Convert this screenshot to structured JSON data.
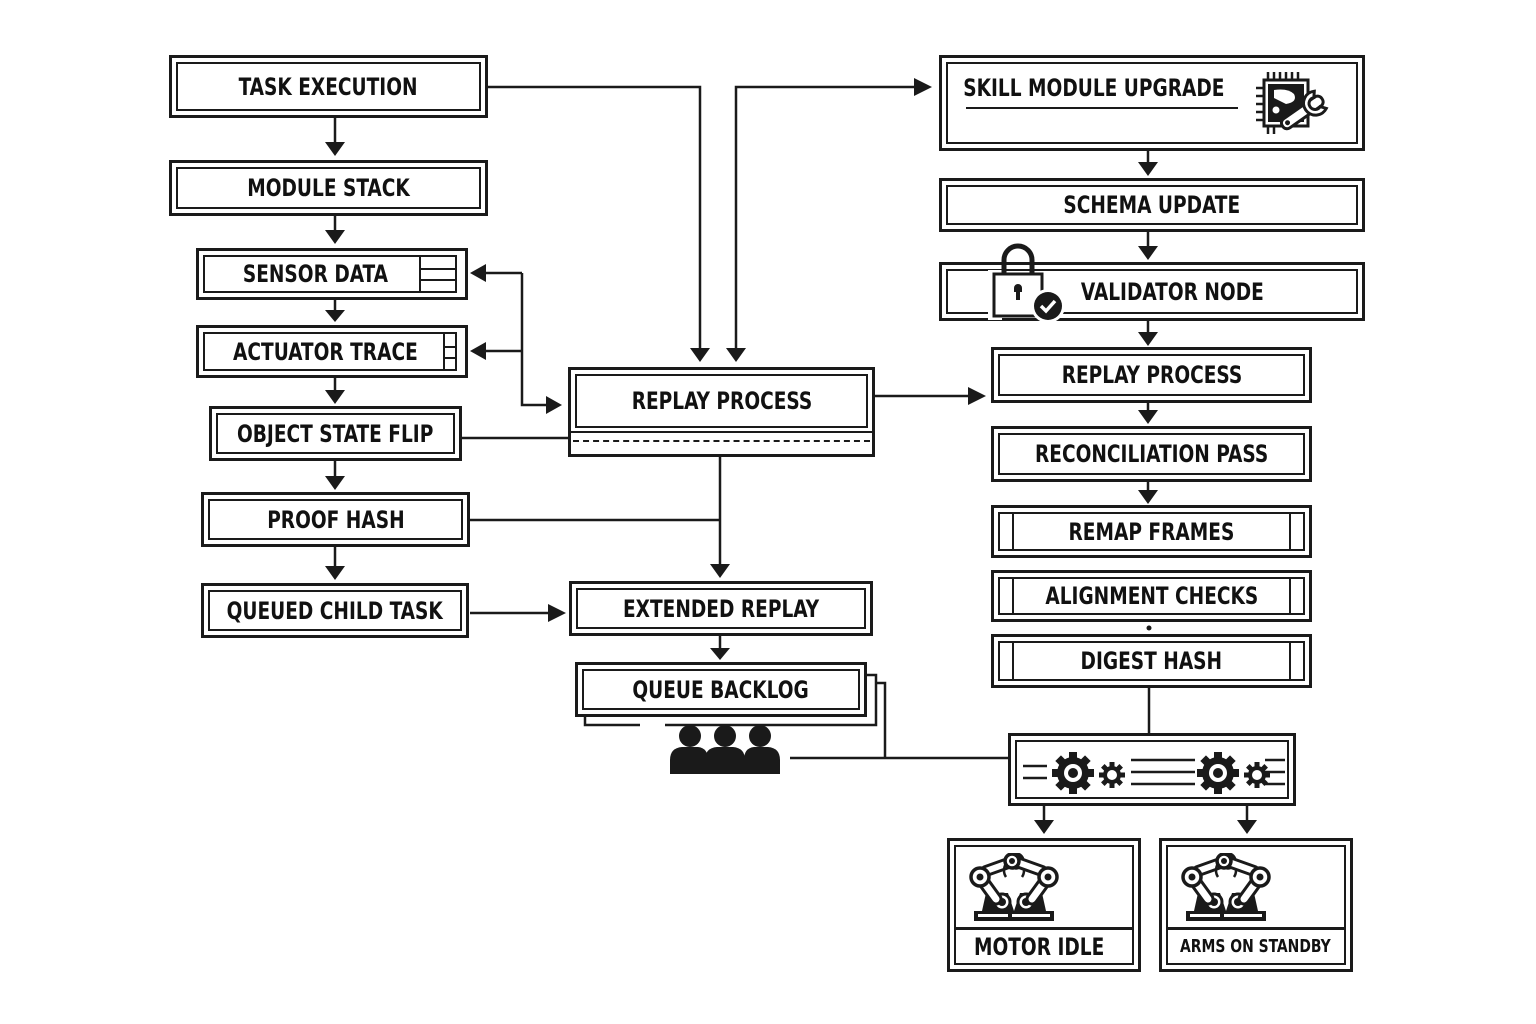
{
  "diagram": {
    "left_column": [
      {
        "id": "task-execution",
        "label": "TASK EXECUTION"
      },
      {
        "id": "module-stack",
        "label": "MODULE STACK"
      },
      {
        "id": "sensor-data",
        "label": "SENSOR DATA"
      },
      {
        "id": "actuator-trace",
        "label": "ACTUATOR TRACE"
      },
      {
        "id": "object-state-flip",
        "label": "OBJECT STATE FLIP"
      },
      {
        "id": "proof-hash",
        "label": "PROOF HASH"
      },
      {
        "id": "queued-child-task",
        "label": "QUEUED CHILD TASK"
      }
    ],
    "center_column": [
      {
        "id": "replay-process-center",
        "label": "REPLAY PROCESS"
      },
      {
        "id": "extended-replay",
        "label": "EXTENDED REPLAY"
      },
      {
        "id": "queue-backlog",
        "label": "QUEUE BACKLOG",
        "icon": "users-group-icon"
      }
    ],
    "right_column": [
      {
        "id": "skill-module-upgrade",
        "label": "SKILL MODULE UPGRADE",
        "icon": "chip-wrench-icon"
      },
      {
        "id": "schema-update",
        "label": "SCHEMA UPDATE"
      },
      {
        "id": "validator-node",
        "label": "VALIDATOR NODE",
        "icon": "lock-check-icon"
      },
      {
        "id": "replay-process-right",
        "label": "REPLAY PROCESS"
      },
      {
        "id": "reconciliation-pass",
        "label": "RECONCILIATION PASS"
      },
      {
        "id": "remap-frames",
        "label": "REMAP FRAMES"
      },
      {
        "id": "alignment-checks",
        "label": "ALIGNMENT CHECKS"
      },
      {
        "id": "digest-hash",
        "label": "DIGEST HASH"
      }
    ],
    "gear_unit": {
      "id": "gear-unit",
      "icon": "gears-icon"
    },
    "outputs": [
      {
        "id": "motor-idle",
        "label": "MOTOR IDLE",
        "icon": "robot-arms-icon"
      },
      {
        "id": "arms-on-standby",
        "label": "ARMS ON STANDBY",
        "icon": "robot-arms-icon"
      }
    ],
    "edges": [
      [
        "task-execution",
        "module-stack"
      ],
      [
        "module-stack",
        "sensor-data"
      ],
      [
        "sensor-data",
        "actuator-trace"
      ],
      [
        "actuator-trace",
        "object-state-flip"
      ],
      [
        "object-state-flip",
        "proof-hash"
      ],
      [
        "proof-hash",
        "queued-child-task"
      ],
      [
        "task-execution",
        "replay-process-center"
      ],
      [
        "replay-process-center",
        "skill-module-upgrade"
      ],
      [
        "replay-process-center",
        "sensor-data"
      ],
      [
        "replay-process-center",
        "actuator-trace"
      ],
      [
        "object-state-flip",
        "replay-process-center"
      ],
      [
        "replay-process-center",
        "replay-process-right"
      ],
      [
        "replay-process-center",
        "extended-replay"
      ],
      [
        "proof-hash",
        "extended-replay"
      ],
      [
        "queued-child-task",
        "extended-replay"
      ],
      [
        "extended-replay",
        "queue-backlog"
      ],
      [
        "skill-module-upgrade",
        "schema-update"
      ],
      [
        "schema-update",
        "validator-node"
      ],
      [
        "validator-node",
        "replay-process-right"
      ],
      [
        "replay-process-right",
        "reconciliation-pass"
      ],
      [
        "reconciliation-pass",
        "remap-frames"
      ],
      [
        "alignment-checks",
        "digest-hash"
      ],
      [
        "digest-hash",
        "gear-unit"
      ],
      [
        "queue-backlog",
        "gear-unit"
      ],
      [
        "gear-unit",
        "motor-idle"
      ],
      [
        "gear-unit",
        "arms-on-standby"
      ]
    ]
  },
  "colors": {
    "ink": "#1a1a1a",
    "background": "#ffffff"
  }
}
